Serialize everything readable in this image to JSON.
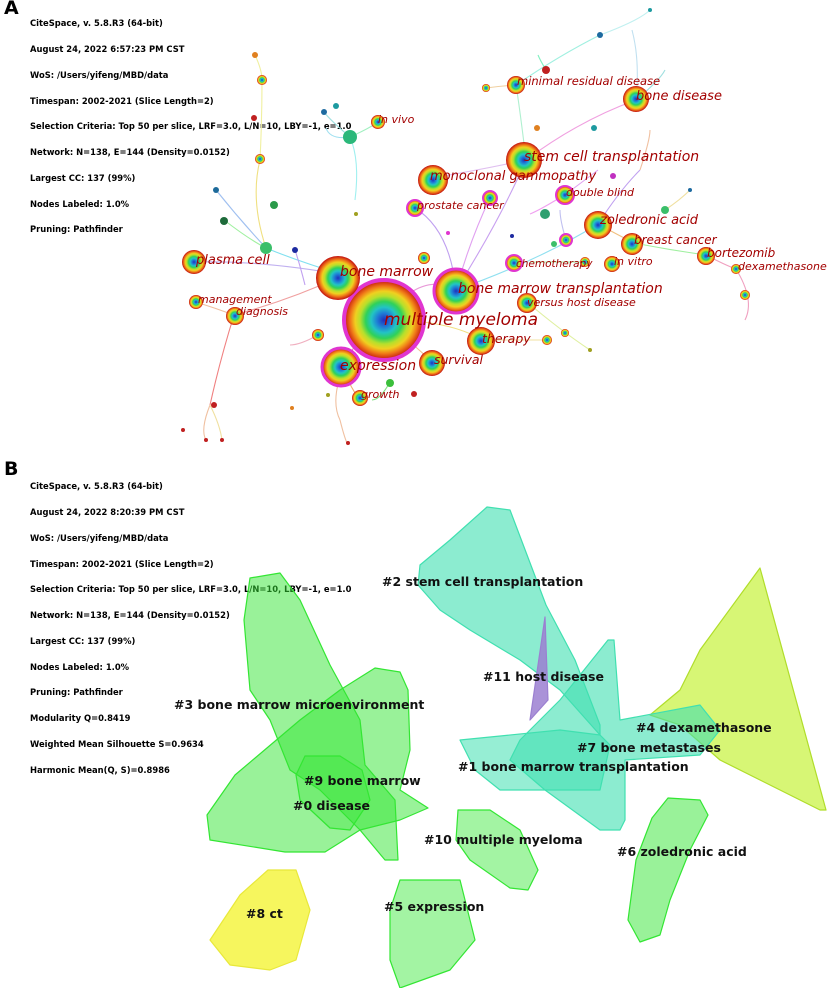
{
  "panel_a": {
    "letter": "A",
    "info_lines": [
      "CiteSpace, v. 5.8.R3 (64-bit)",
      "August 24, 2022 6:57:23 PM CST",
      "WoS: /Users/yifeng/MBD/data",
      "Timespan: 2002-2021 (Slice Length=2)",
      "Selection Criteria: Top 50 per slice, LRF=3.0, L/N=10, LBY=-1, e=1.0",
      "Network: N=138, E=144 (Density=0.0152)",
      "Largest CC: 137 (99%)",
      "Nodes Labeled: 1.0%",
      "Pruning: Pathfinder"
    ],
    "node_labels": [
      "multiple myeloma",
      "bone marrow transplantation",
      "bone marrow",
      "stem cell transplantation",
      "monoclonal gammopathy",
      "expression",
      "minimal residual disease",
      "bone disease",
      "zoledronic acid",
      "breast cancer",
      "bortezomib",
      "dexamethasone",
      "plasma cell",
      "management",
      "diagnosis",
      "in vivo",
      "double blind",
      "prostate cancer",
      "chemotherapy",
      "in vitro",
      "versus host disease",
      "therapy",
      "survival",
      "growth"
    ]
  },
  "panel_b": {
    "letter": "B",
    "info_lines": [
      "CiteSpace, v. 5.8.R3 (64-bit)",
      "August 24, 2022 8:20:39 PM CST",
      "WoS: /Users/yifeng/MBD/data",
      "Timespan: 2002-2021 (Slice Length=2)",
      "Selection Criteria: Top 50 per slice, LRF=3.0, L/N=10, LBY=-1, e=1.0",
      "Network: N=138, E=144 (Density=0.0152)",
      "Largest CC: 137 (99%)",
      "Nodes Labeled: 1.0%",
      "Pruning: Pathfinder",
      "Modularity Q=0.8419",
      "Weighted Mean Silhouette S=0.9634",
      "Harmonic Mean(Q, S)=0.8986"
    ],
    "clusters": [
      "#2 stem cell transplantation",
      "#11 host disease",
      "#3 bone marrow microenvironment",
      "#4 dexamethasone",
      "#7 bone metastases",
      "#1 bone marrow transplantation",
      "#9 bone marrow",
      "#0 disease",
      "#10 multiple myeloma",
      "#6 zoledronic acid",
      "#8 ct",
      "#5 expression"
    ],
    "colors": {
      "bright_green": "#33e633",
      "aqua": "#40e0b0",
      "lime_yellow": "#c6f23a",
      "yellow": "#f5f542",
      "purple": "#9b7fd1"
    }
  }
}
